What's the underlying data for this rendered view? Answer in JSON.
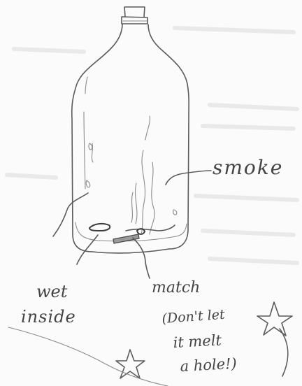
{
  "labels": {
    "smoke": "smoke",
    "wet_inside_line1": "wet",
    "wet_inside_line2": "inside",
    "match": "match",
    "warning_line1": "(Don't let",
    "warning_line2": "it melt",
    "warning_line3": "a hole!)"
  },
  "colors": {
    "pencil": "#5a5a5a",
    "paper": "#fbfbfb"
  },
  "icons": {
    "star_right": "star-icon",
    "star_left": "star-icon"
  }
}
